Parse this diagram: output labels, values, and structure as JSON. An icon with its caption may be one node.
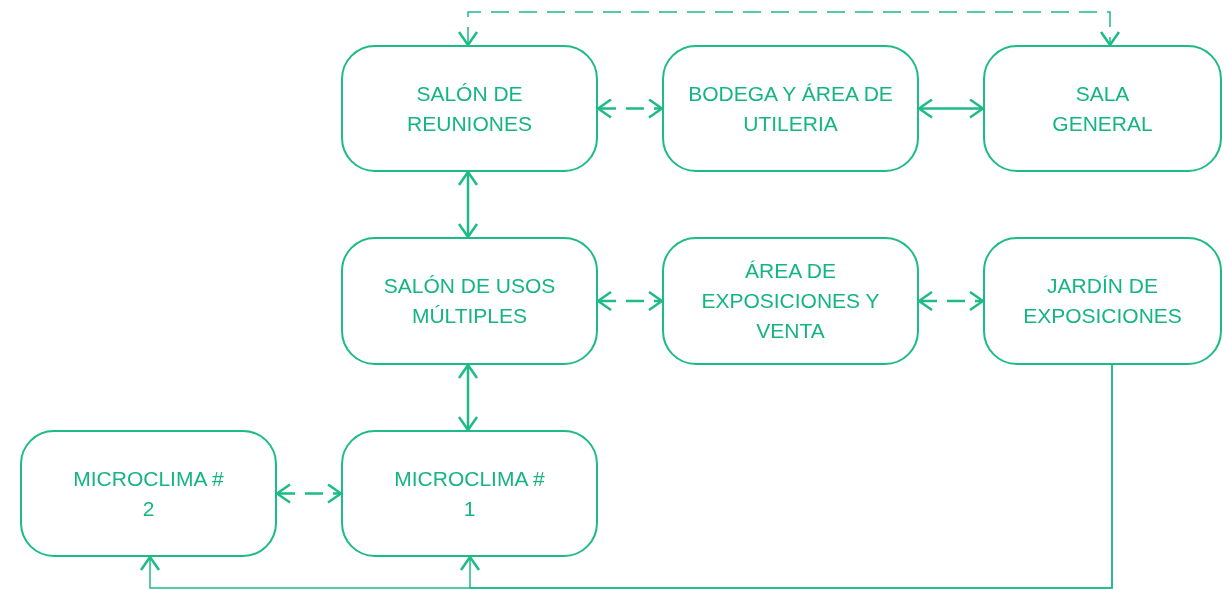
{
  "diagram": {
    "nodes": [
      {
        "text": [
          "SALÓN DE REUNIONES"
        ]
      },
      {
        "text": [
          "BODEGA Y ÁREA DE UTILERIA"
        ]
      },
      {
        "text": [
          "SALA GENERAL"
        ]
      },
      {
        "text": [
          "SALÓN DE USOS MÚLTIPLES"
        ]
      },
      {
        "text": [
          "ÁREA DE EXPOSICIONES Y VENTA"
        ]
      },
      {
        "text": [
          "JARDÍN DE EXPOSICIONES"
        ]
      },
      {
        "text": [
          "MICROCLIMA # 2"
        ]
      },
      {
        "text": [
          "MICROCLIMA # 1"
        ]
      }
    ],
    "edges": [
      {
        "from": 0,
        "to": 1,
        "arrow": "both",
        "style": "dashed"
      },
      {
        "from": 1,
        "to": 2,
        "arrow": "both"
      },
      {
        "from": 0,
        "to": 2,
        "arrow": "both",
        "style": "dashed"
      },
      {
        "from": 0,
        "to": 3,
        "arrow": "both"
      },
      {
        "from": 3,
        "to": 4,
        "arrow": "both",
        "style": "dashed"
      },
      {
        "from": 4,
        "to": 5,
        "arrow": "both",
        "style": "dashed"
      },
      {
        "from": 3,
        "to": 7,
        "arrow": "both"
      },
      {
        "from": 6,
        "to": 7,
        "arrow": "both",
        "style": "dashed"
      },
      {
        "from": 5,
        "to": 7,
        "arrow": "to"
      },
      {
        "from": 5,
        "to": 6,
        "arrow": "to"
      }
    ]
  }
}
